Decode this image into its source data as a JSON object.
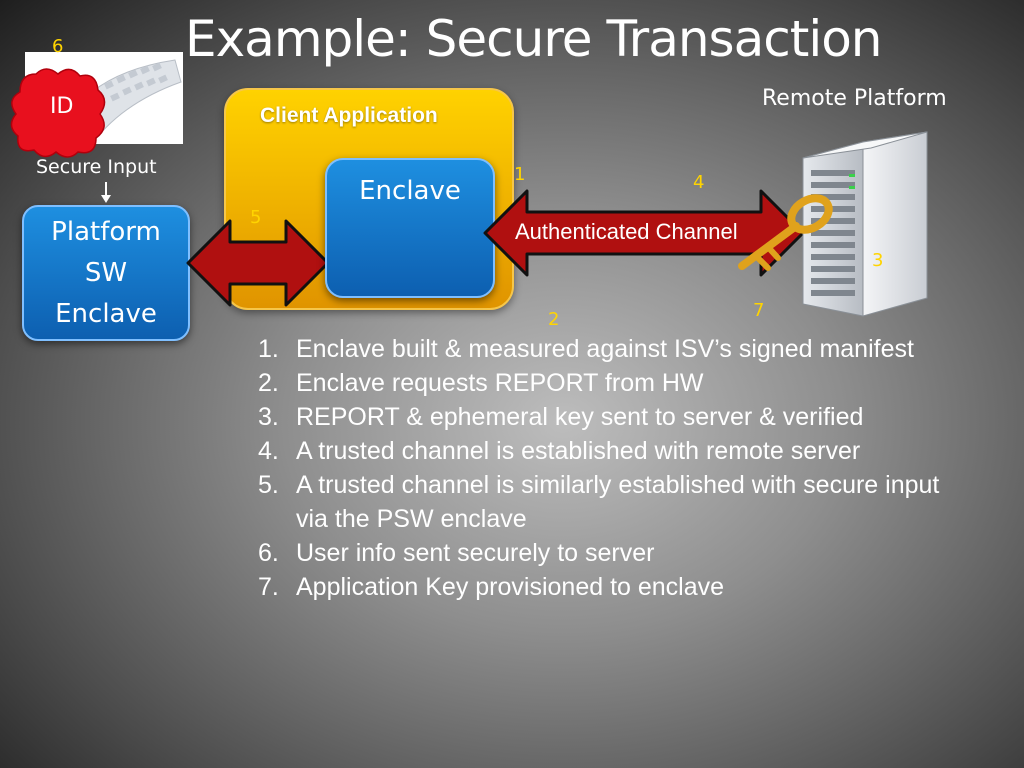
{
  "title": "Example: Secure Transaction",
  "id_badge": {
    "label": "ID",
    "step": "6"
  },
  "secure_input": {
    "label": "Secure Input"
  },
  "psw_enclave": {
    "lines": [
      "Platform",
      "SW",
      "Enclave"
    ]
  },
  "client_application": {
    "label": "Client Application"
  },
  "enclave": {
    "label": "Enclave"
  },
  "remote_platform": {
    "label": "Remote Platform"
  },
  "channel": {
    "label": "Authenticated Channel"
  },
  "step_markers": {
    "s1": "1",
    "s2": "2",
    "s3": "3",
    "s4": "4",
    "s5": "5",
    "s7": "7"
  },
  "steps": [
    {
      "num": "1.",
      "text": "Enclave built & measured against ISV’s signed manifest"
    },
    {
      "num": "2.",
      "text": "Enclave requests REPORT from HW"
    },
    {
      "num": "3.",
      "text": "REPORT  & ephemeral key sent to server & verified"
    },
    {
      "num": "4.",
      "text": "A trusted channel is established with remote server"
    },
    {
      "num": "5.",
      "text": "A trusted channel is similarly established with secure input via the PSW enclave"
    },
    {
      "num": "6.",
      "text": "User info sent securely to server"
    },
    {
      "num": "7.",
      "text": "Application Key provisioned to enclave"
    }
  ],
  "colors": {
    "accent_yellow": "#ffd400",
    "enclave_blue": "#1e8fe0",
    "client_orange": "#f2b400",
    "arrow_red": "#b01010",
    "badge_red": "#e8101e"
  }
}
